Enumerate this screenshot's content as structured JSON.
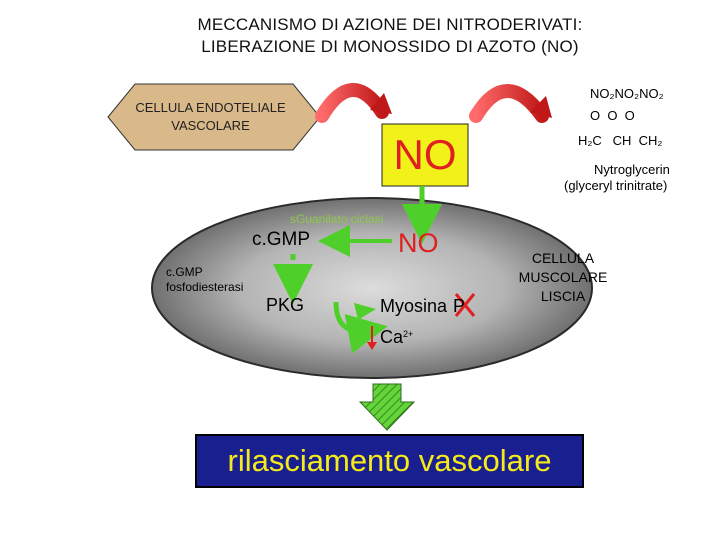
{
  "title": {
    "line1": "MECCANISMO DI AZIONE DEI NITRODERIVATI:",
    "line2": "LIBERAZIONE DI MONOSSIDO DI AZOTO (NO)"
  },
  "endothelial_cell": {
    "line1": "CELLULA ENDOTELIALE",
    "line2": "VASCOLARE"
  },
  "no_released": "NO",
  "nitroglycerin": {
    "top_groups": "NO₂NO₂NO₂",
    "oxygens": "O  O  O",
    "carbons": "H₂C   CH  CH₂",
    "name": "Nytroglycerin",
    "synonym": "(glyceryl trinitrate)"
  },
  "muscle_cell": {
    "guanylate_cyclase": "sGuanilato ciclasi",
    "cgmp": "c.GMP",
    "no": "NO",
    "phosphodiesterase_line1": "c.GMP",
    "phosphodiesterase_line2": "fosfodiesterasi",
    "pkg": "PKG",
    "myosin": "Myosina",
    "phosphate": "P",
    "calcium": "Ca",
    "calcium_charge": "2+",
    "label_line1": "CELLULA",
    "label_line2": "MUSCOLARE",
    "label_line3": "LISCIA"
  },
  "result": "rilasciamento vascolare",
  "colors": {
    "hexagon_fill": "#d9b88a",
    "no_box_fill": "#f2f21a",
    "no_red": "#e02020",
    "green_arrow": "#4fcf2a",
    "result_bg": "#1a1f8f",
    "result_text": "#f5ea1a",
    "ellipse_center": "#d2d2d2",
    "ellipse_edge": "#6e6e6e"
  }
}
